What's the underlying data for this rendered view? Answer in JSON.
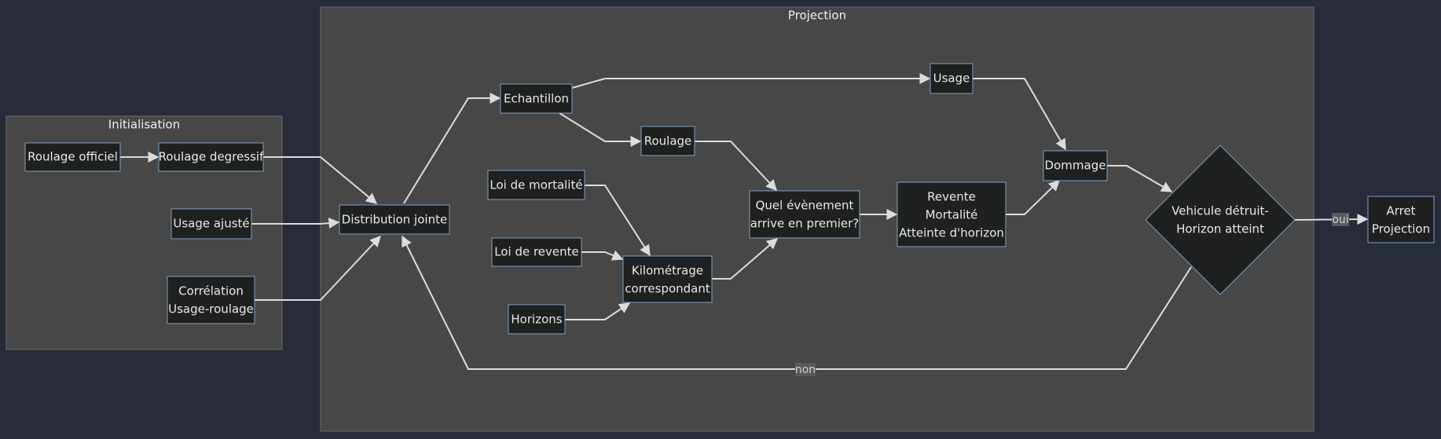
{
  "clusters": {
    "initialisation": "Initialisation",
    "projection": "Projection"
  },
  "nodes": {
    "roulage_officiel": "Roulage officiel",
    "roulage_degressif": "Roulage degressif",
    "usage_ajuste": "Usage ajusté",
    "correlation": [
      "Corrélation",
      "Usage-roulage"
    ],
    "distribution_jointe": "Distribution jointe",
    "echantillon": "Echantillon",
    "usage": "Usage",
    "roulage": "Roulage",
    "loi_mortalite": "Loi de mortalité",
    "loi_revente": "Loi de revente",
    "horizons": "Horizons",
    "kilometrage": [
      "Kilométrage",
      "correspondant"
    ],
    "quel_evenement": [
      "Quel évènement",
      "arrive en premier?"
    ],
    "revente_mortalite": [
      "Revente",
      "Mortalité",
      "Atteinte d'horizon"
    ],
    "dommage": "Dommage",
    "decision": [
      "Vehicule détruit-",
      "Horizon atteint"
    ],
    "arret": [
      "Arret",
      "Projection"
    ]
  },
  "edge_labels": {
    "oui": "oui",
    "non": "non"
  },
  "colors": {
    "background": "#282c3a",
    "cluster_fill": "#474747",
    "node_fill": "#1f2020",
    "node_border": "#7ea1c4",
    "edge": "#dcdcdc"
  }
}
